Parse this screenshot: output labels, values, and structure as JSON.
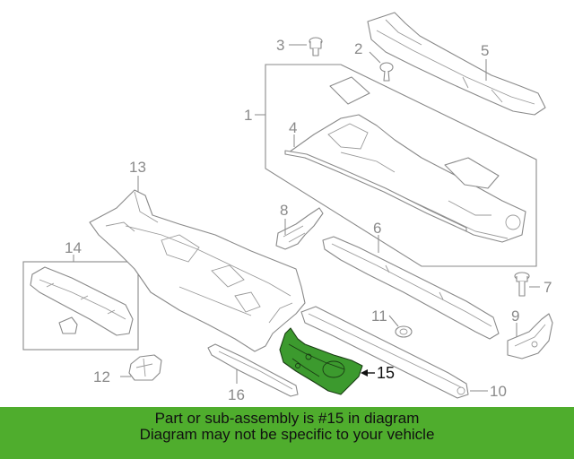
{
  "callouts": {
    "n1": "1",
    "n2": "2",
    "n3": "3",
    "n4": "4",
    "n5": "5",
    "n6": "6",
    "n7": "7",
    "n8": "8",
    "n9": "9",
    "n10": "10",
    "n11": "11",
    "n12": "12",
    "n13": "13",
    "n14": "14",
    "n15": "15",
    "n16": "16"
  },
  "highlight": {
    "part_number": "15",
    "color": "#3c9a2e"
  },
  "banner": {
    "line1": "Part or sub-assembly is #15 in diagram",
    "line2": "Diagram may not be specific to your vehicle",
    "background": "#4fad2d"
  }
}
